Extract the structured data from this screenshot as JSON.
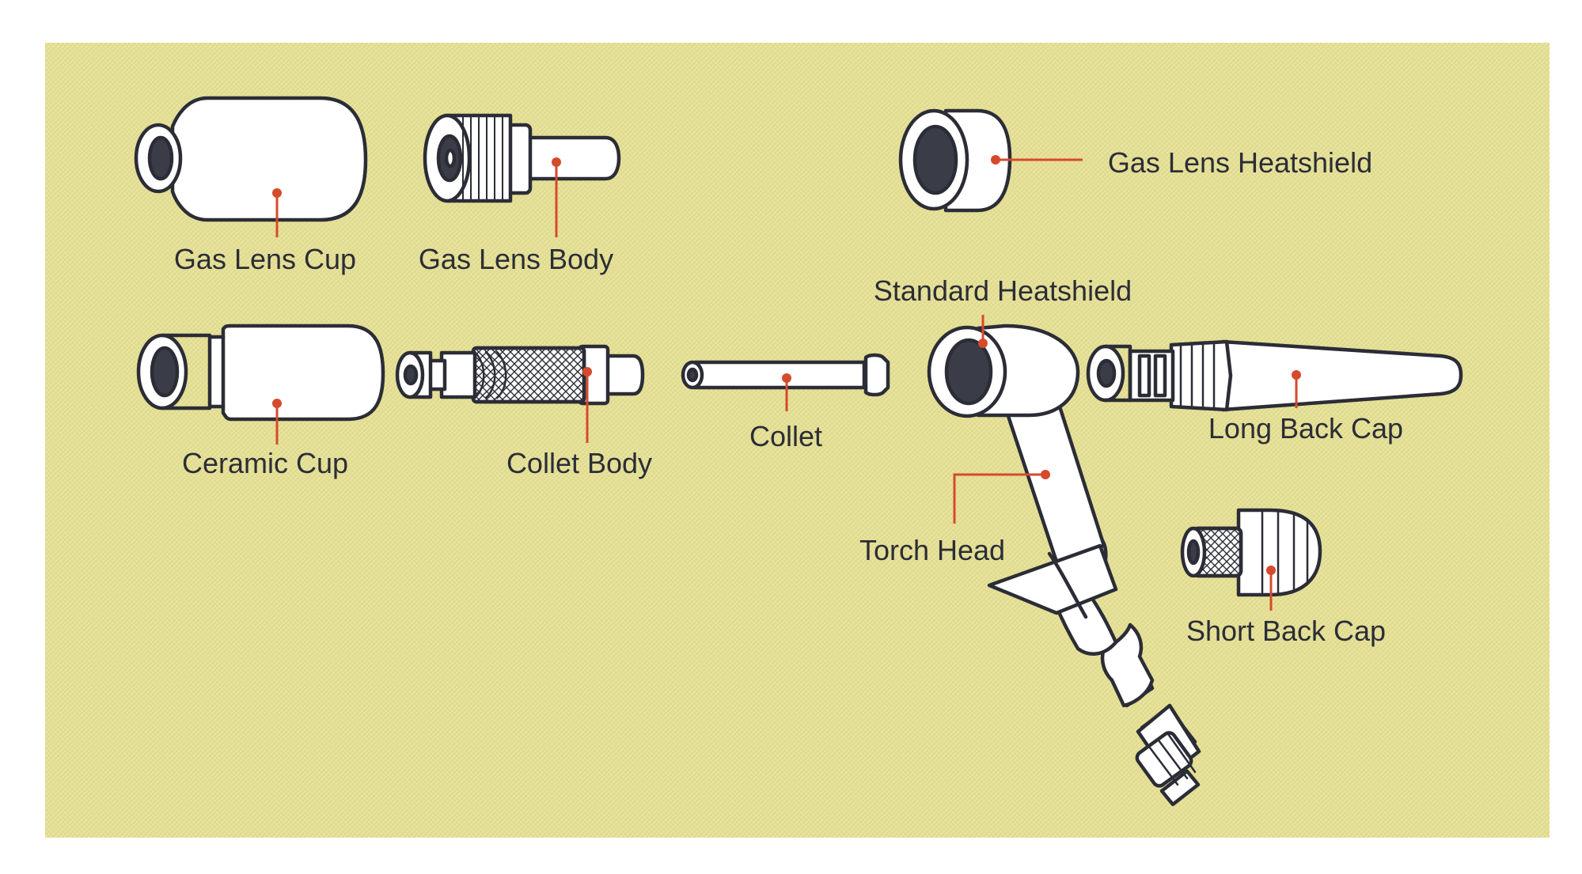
{
  "colors": {
    "background_panel": "#e2dd90",
    "texture": "#f1edbc",
    "outline": "#2b2d36",
    "part_fill": "#ffffff",
    "bore_fill": "#3a3d47",
    "leader": "#d64a2c",
    "label_text": "#2b2d36"
  },
  "labels": {
    "gas_lens_cup": "Gas Lens Cup",
    "gas_lens_body": "Gas Lens Body",
    "gas_lens_heatshield": "Gas Lens Heatshield",
    "standard_heatshield": "Standard Heatshield",
    "ceramic_cup": "Ceramic Cup",
    "collet_body": "Collet Body",
    "collet": "Collet",
    "long_back_cap": "Long Back Cap",
    "torch_head": "Torch Head",
    "short_back_cap": "Short Back Cap"
  }
}
